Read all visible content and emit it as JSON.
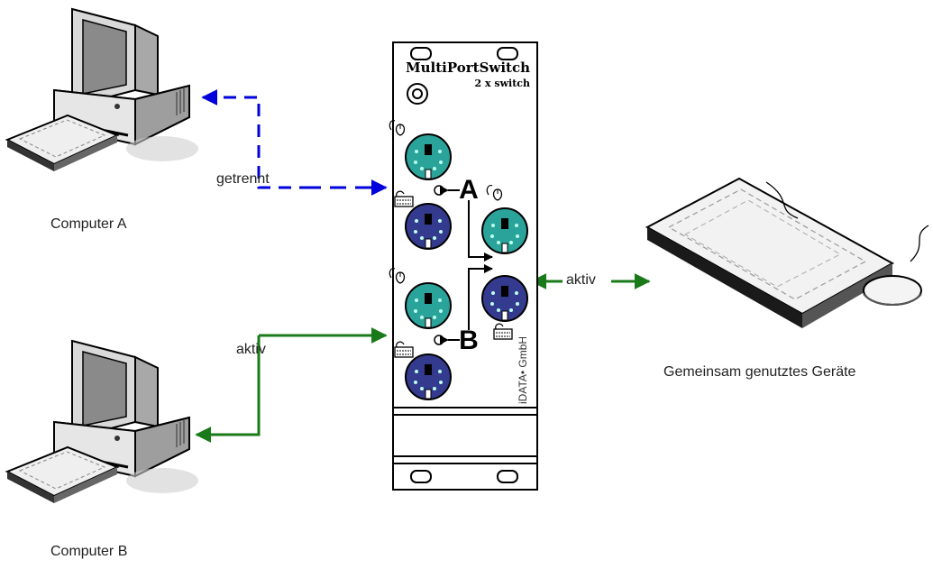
{
  "computers": {
    "a": {
      "label": "Computer A"
    },
    "b": {
      "label": "Computer B"
    }
  },
  "device": {
    "name": "MultiPortSwitch",
    "subtitle": "2 x switch",
    "brand": "iDATA• GmbH",
    "port_a": "A",
    "port_b": "B"
  },
  "connections": {
    "a_label": "getrennt",
    "b_label": "aktiv",
    "shared_label": "aktiv"
  },
  "shared": {
    "label": "Gemeinsam genutztes Geräte"
  },
  "colors": {
    "separated": "#0000dd",
    "active": "#1a7a1a",
    "teal_port": "#2aa39a",
    "navy_port": "#343b8f"
  },
  "icons": [
    "computer-icon",
    "keyboard-icon",
    "mouse-icon",
    "ps2-port-icon"
  ]
}
